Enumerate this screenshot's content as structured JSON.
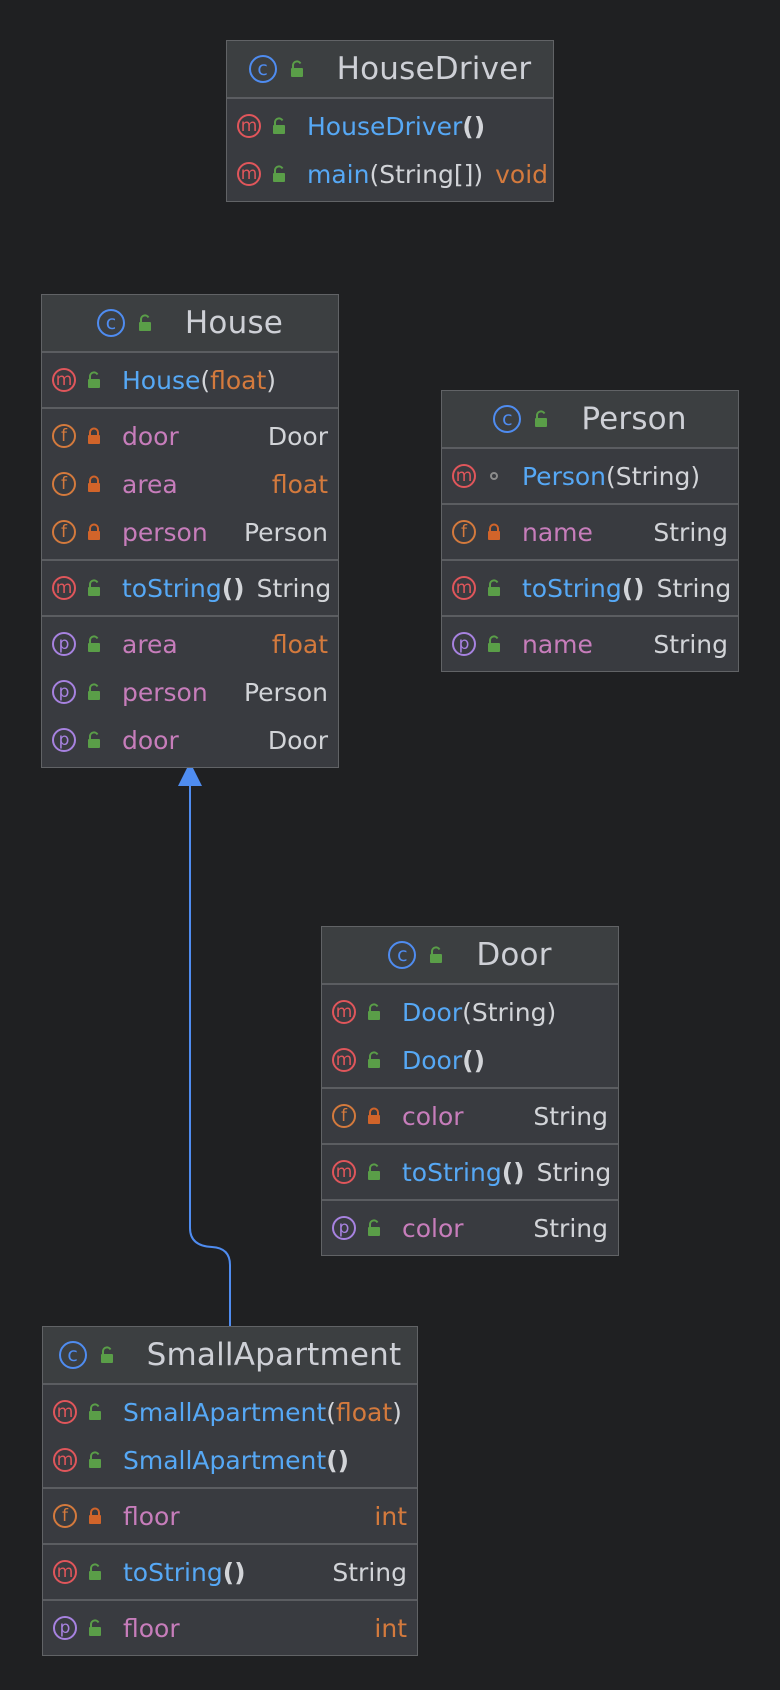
{
  "colors": {
    "background": "#1f2022",
    "class_icon": "#4f8cf0",
    "method_icon": "#e0565b",
    "field_icon": "#d47a3d",
    "property_icon": "#a782e0",
    "public_lock": "#5a9e48",
    "private_lock": "#d1642a",
    "method_name": "#56a8f5",
    "field_name": "#c77dbb",
    "primitive_type": "#d47a3d",
    "arrow": "#4f8cf0"
  },
  "classes": [
    {
      "key": "housedriver",
      "name": "HouseDriver",
      "sections": [
        {
          "rows": [
            {
              "kind": "m",
              "visibility": "public",
              "name": "HouseDriver",
              "params": "",
              "return_type": ""
            },
            {
              "kind": "m",
              "visibility": "public",
              "name": "main",
              "params": "String[]",
              "return_type": "void"
            }
          ]
        }
      ]
    },
    {
      "key": "house",
      "name": "House",
      "sections": [
        {
          "rows": [
            {
              "kind": "m",
              "visibility": "public",
              "name": "House",
              "params": "float",
              "return_type": ""
            }
          ]
        },
        {
          "rows": [
            {
              "kind": "f",
              "visibility": "private",
              "name": "door",
              "return_type": "Door"
            },
            {
              "kind": "f",
              "visibility": "private",
              "name": "area",
              "return_type": "float"
            },
            {
              "kind": "f",
              "visibility": "private",
              "name": "person",
              "return_type": "Person"
            }
          ]
        },
        {
          "rows": [
            {
              "kind": "m",
              "visibility": "public",
              "name": "toString",
              "params": "",
              "return_type": "String"
            }
          ]
        },
        {
          "rows": [
            {
              "kind": "p",
              "visibility": "public",
              "name": "area",
              "return_type": "float"
            },
            {
              "kind": "p",
              "visibility": "public",
              "name": "person",
              "return_type": "Person"
            },
            {
              "kind": "p",
              "visibility": "public",
              "name": "door",
              "return_type": "Door"
            }
          ]
        }
      ]
    },
    {
      "key": "person",
      "name": "Person",
      "sections": [
        {
          "rows": [
            {
              "kind": "m",
              "visibility": "package",
              "name": "Person",
              "params": "String",
              "return_type": ""
            }
          ]
        },
        {
          "rows": [
            {
              "kind": "f",
              "visibility": "private",
              "name": "name",
              "return_type": "String"
            }
          ]
        },
        {
          "rows": [
            {
              "kind": "m",
              "visibility": "public",
              "name": "toString",
              "params": "",
              "return_type": "String"
            }
          ]
        },
        {
          "rows": [
            {
              "kind": "p",
              "visibility": "public",
              "name": "name",
              "return_type": "String"
            }
          ]
        }
      ]
    },
    {
      "key": "door",
      "name": "Door",
      "sections": [
        {
          "rows": [
            {
              "kind": "m",
              "visibility": "public",
              "name": "Door",
              "params": "String",
              "return_type": ""
            },
            {
              "kind": "m",
              "visibility": "public",
              "name": "Door",
              "params": "",
              "return_type": ""
            }
          ]
        },
        {
          "rows": [
            {
              "kind": "f",
              "visibility": "private",
              "name": "color",
              "return_type": "String"
            }
          ]
        },
        {
          "rows": [
            {
              "kind": "m",
              "visibility": "public",
              "name": "toString",
              "params": "",
              "return_type": "String"
            }
          ]
        },
        {
          "rows": [
            {
              "kind": "p",
              "visibility": "public",
              "name": "color",
              "return_type": "String"
            }
          ]
        }
      ]
    },
    {
      "key": "smallapartment",
      "name": "SmallApartment",
      "sections": [
        {
          "rows": [
            {
              "kind": "m",
              "visibility": "public",
              "name": "SmallApartment",
              "params": "float",
              "return_type": ""
            },
            {
              "kind": "m",
              "visibility": "public",
              "name": "SmallApartment",
              "params": "",
              "return_type": ""
            }
          ]
        },
        {
          "rows": [
            {
              "kind": "f",
              "visibility": "private",
              "name": "floor",
              "return_type": "int"
            }
          ]
        },
        {
          "rows": [
            {
              "kind": "m",
              "visibility": "public",
              "name": "toString",
              "params": "",
              "return_type": "String"
            }
          ]
        },
        {
          "rows": [
            {
              "kind": "p",
              "visibility": "public",
              "name": "floor",
              "return_type": "int"
            }
          ]
        }
      ]
    }
  ],
  "relations": [
    {
      "type": "inheritance",
      "from": "smallapartment",
      "to": "house"
    }
  ]
}
